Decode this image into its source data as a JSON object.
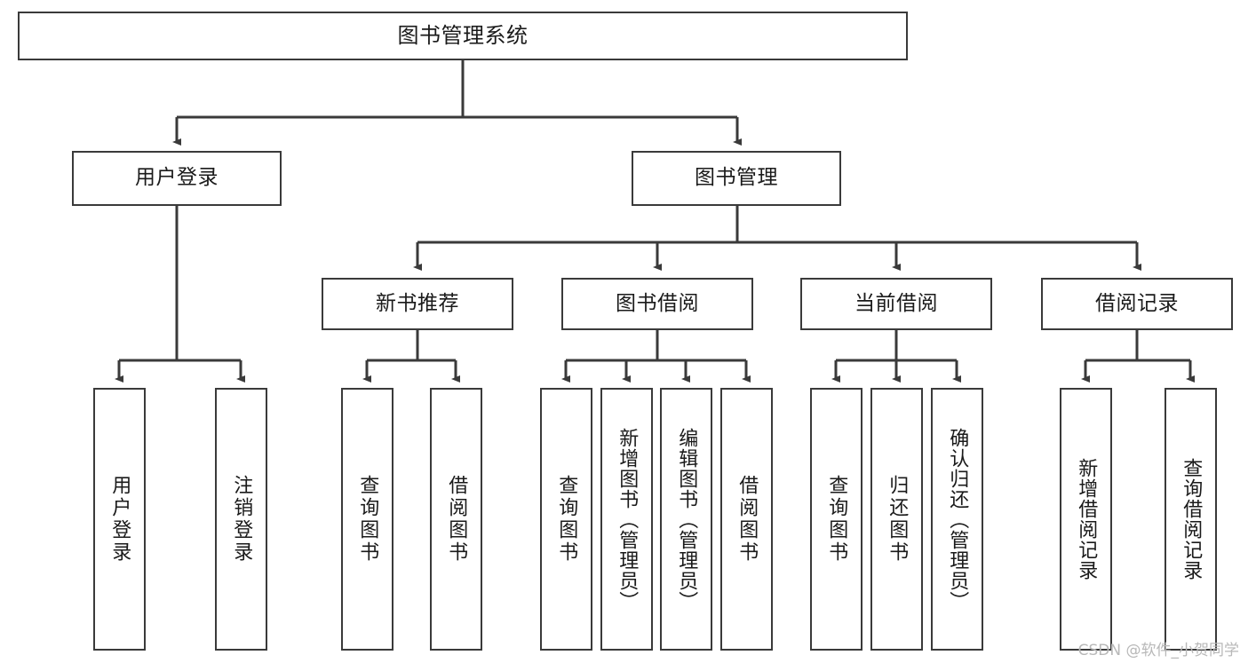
{
  "diagram": {
    "type": "tree-hierarchy",
    "title": "图书管理系统",
    "watermark": "CSDN @软件_小贺同学",
    "colors": {
      "box_border": "#3a3a3a",
      "box_fill": "#ffffff",
      "edge": "#3a3a3a",
      "text": "#1a1a1a",
      "watermark": "#b8b8b8",
      "background": "#ffffff"
    },
    "root": {
      "label": "图书管理系统"
    },
    "level2": [
      {
        "label": "用户登录"
      },
      {
        "label": "图书管理"
      }
    ],
    "level3": [
      {
        "label": "新书推荐"
      },
      {
        "label": "图书借阅"
      },
      {
        "label": "当前借阅"
      },
      {
        "label": "借阅记录"
      }
    ],
    "leaves": {
      "user_login": [
        {
          "label": "用户登录"
        },
        {
          "label": "注销登录"
        }
      ],
      "new_book_recommend": [
        {
          "label": "查询图书"
        },
        {
          "label": "借阅图书"
        }
      ],
      "book_borrow": [
        {
          "label": "查询图书"
        },
        {
          "label": "新增图书（管理员）"
        },
        {
          "label": "编辑图书（管理员）"
        },
        {
          "label": "借阅图书"
        }
      ],
      "current_borrow": [
        {
          "label": "查询图书"
        },
        {
          "label": "归还图书"
        },
        {
          "label": "确认归还（管理员）"
        }
      ],
      "borrow_record": [
        {
          "label": "新增借阅记录"
        },
        {
          "label": "查询借阅记录"
        }
      ]
    }
  }
}
